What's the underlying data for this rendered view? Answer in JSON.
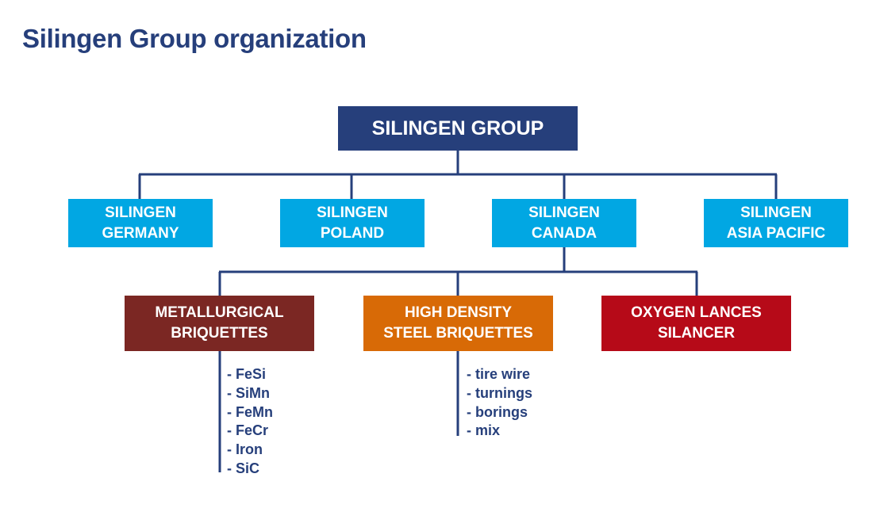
{
  "title": "Silingen Group organization",
  "root": {
    "label": "SILINGEN GROUP"
  },
  "subsidiaries": [
    {
      "line1": "SILINGEN",
      "line2": "GERMANY"
    },
    {
      "line1": "SILINGEN",
      "line2": "POLAND"
    },
    {
      "line1": "SILINGEN",
      "line2": "CANADA"
    },
    {
      "line1": "SILINGEN",
      "line2": "ASIA PACIFIC"
    }
  ],
  "products": [
    {
      "line1": "METALLURGICAL",
      "line2": "BRIQUETTES",
      "color": "#7b2723",
      "items": [
        "- FeSi",
        "- SiMn",
        "- FeMn",
        "- FeCr",
        "- Iron",
        "- SiC"
      ]
    },
    {
      "line1": "HIGH DENSITY",
      "line2": "STEEL BRIQUETTES",
      "color": "#d86a06",
      "items": [
        "- tire wire",
        "- turnings",
        "- borings",
        "- mix"
      ]
    },
    {
      "line1": "OXYGEN LANCES",
      "line2": "SILANCER",
      "color": "#b60a18",
      "items": []
    }
  ],
  "colors": {
    "root": "#263f7b",
    "subsidiary": "#01a7e3",
    "connector": "#263f7b",
    "title": "#263f7b"
  }
}
